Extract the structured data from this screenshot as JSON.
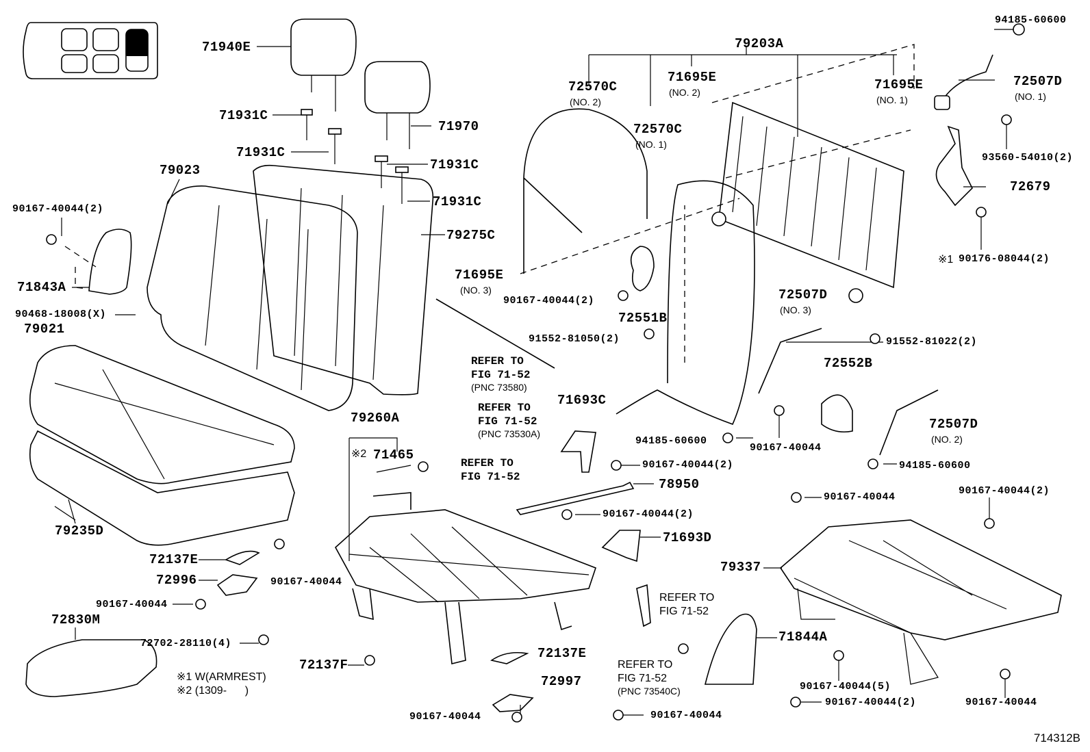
{
  "diagram": {
    "figure_id": "714312B",
    "locator_icon": {
      "name": "vehicle-seat-locator",
      "highlighted_row": "third-row"
    },
    "notes": [
      {
        "mark": "※1",
        "text": "W(ARMREST)"
      },
      {
        "mark": "※2",
        "text": "(1309-      )"
      }
    ],
    "callouts": {
      "c71940E": "71940E",
      "c71931C_a": "71931C",
      "c71931C_b": "71931C",
      "c71970": "71970",
      "c71931C_c": "71931C",
      "c71931C_d": "71931C",
      "c79023": "79023",
      "c79275C": "79275C",
      "c90167_2_left": "90167-40044(2)",
      "c71843A": "71843A",
      "c90468": "90468-18008(X)",
      "c79021": "79021",
      "c79235D": "79235D",
      "c72137E_a": "72137E",
      "c72996": "72996",
      "c90167_a": "90167-40044",
      "c90167_b": "90167-40044",
      "c72830M": "72830M",
      "c72702": "72702-28110(4)",
      "c72137F": "72137F",
      "c72137E_b": "72137E",
      "c72997": "72997",
      "c90167_c": "90167-40044",
      "c90167_d": "90167-40044",
      "c79260A": "79260A",
      "c71465_mark": "※2",
      "c71465": "71465",
      "c71695E_3": "71695E",
      "c71695E_3_no": "(NO. 3)",
      "c79203A": "79203A",
      "c72570C_2": "72570C",
      "c72570C_2_no": "(NO. 2)",
      "c72570C_1": "72570C",
      "c72570C_1_no": "(NO. 1)",
      "c71695E_2": "71695E",
      "c71695E_2_no": "(NO. 2)",
      "c71695E_1": "71695E",
      "c71695E_1_no": "(NO. 1)",
      "c94185_top": "94185-60600",
      "c72507D_1": "72507D",
      "c72507D_1_no": "(NO. 1)",
      "c93560": "93560-54010(2)",
      "c72679": "72679",
      "c90176_mark": "※1",
      "c90176": "90176-08044(2)",
      "c90167_2_mid": "90167-40044(2)",
      "c72551B": "72551B",
      "c91552_81050": "91552-81050(2)",
      "c72507D_3": "72507D",
      "c72507D_3_no": "(NO. 3)",
      "c91552_81022": "91552-81022(2)",
      "c72552B": "72552B",
      "c71693C": "71693C",
      "c94185_mid": "94185-60600",
      "c90167_e": "90167-40044",
      "c72507D_2": "72507D",
      "c72507D_2_no": "(NO. 2)",
      "c94185_low": "94185-60600",
      "c90167_2_f": "90167-40044(2)",
      "c78950": "78950",
      "c90167_2_g": "90167-40044(2)",
      "c71693D": "71693D",
      "c90167_h": "90167-40044",
      "c90167_2_right": "90167-40044(2)",
      "c79337": "79337",
      "c71844A": "71844A",
      "c90167_5": "90167-40044(5)",
      "c90167_2_bottom": "90167-40044(2)",
      "c90167_i": "90167-40044"
    },
    "references": {
      "r1": {
        "line1": "REFER TO",
        "line2": "FIG 71-52",
        "pnc": "(PNC 73580)"
      },
      "r2": {
        "line1": "REFER TO",
        "line2": "FIG 71-52",
        "pnc": "(PNC 73530A)"
      },
      "r3": {
        "line1": "REFER TO",
        "line2": "FIG 71-52"
      },
      "r4": {
        "line1": "REFER TO",
        "line2": "FIG 71-52"
      },
      "r5": {
        "line1": "REFER TO",
        "line2": "FIG 71-52",
        "pnc": "(PNC 73540C)"
      }
    }
  }
}
